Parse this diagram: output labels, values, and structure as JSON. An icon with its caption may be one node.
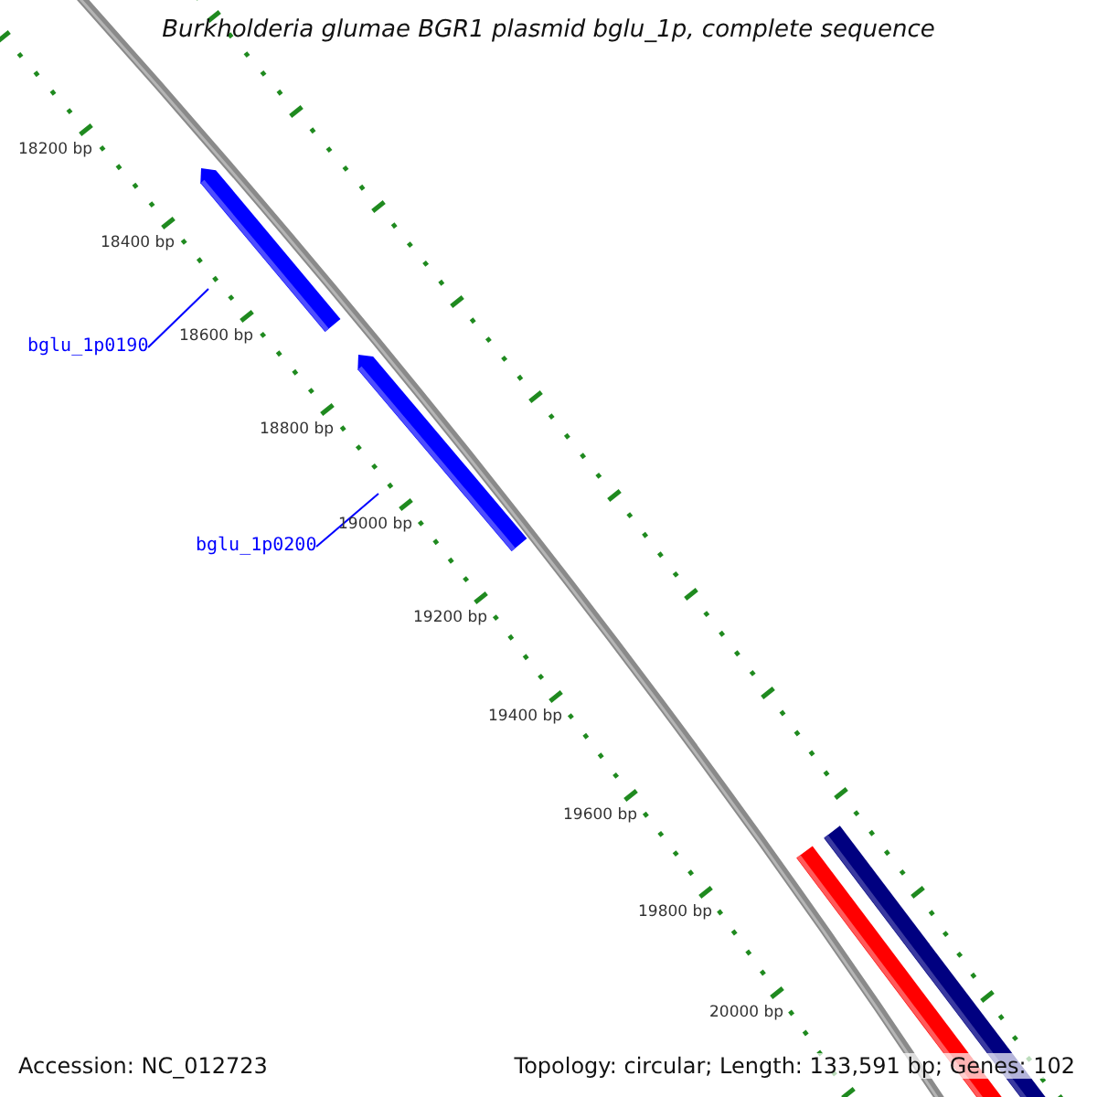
{
  "diagram": {
    "title": "Burkholderia glumae BGR1 plasmid bglu_1p, complete sequence",
    "nodes": [
      {
        "text": [
          "bglu_1p0190"
        ]
      },
      {
        "text": [
          "bglu_1p0200"
        ]
      }
    ],
    "edges": [
      {
        "from": 0,
        "to": null,
        "arrow": "none"
      },
      {
        "from": 1,
        "to": null,
        "arrow": "none"
      }
    ],
    "labels": [
      "18200 bp",
      "18400 bp",
      "18600 bp",
      "18800 bp",
      "19000 bp",
      "19200 bp",
      "19400 bp",
      "19600 bp",
      "19800 bp",
      "20000 bp",
      "Accession: NC_012723",
      "Topology: circular; Length: 133,591 bp; Genes: 102"
    ]
  }
}
